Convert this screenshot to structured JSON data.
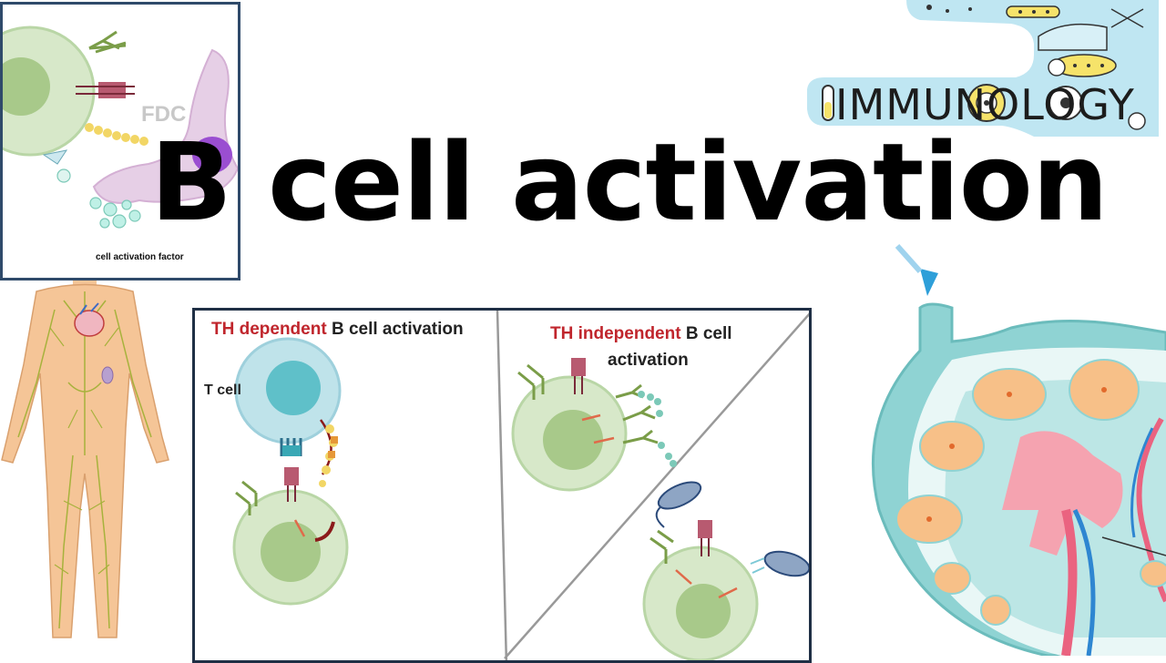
{
  "title": "B cell activation",
  "logo": {
    "text": "IMMUNOLOGY"
  },
  "inset": {
    "fdc_label": "FDC",
    "factor_label": "cell activation factor"
  },
  "panel": {
    "dependent": {
      "prefix": "TH dependent",
      "suffix": " B cell activation"
    },
    "independent": {
      "prefix": "TH independent",
      "suffix": " B cell",
      "line2": "activation"
    },
    "t_cell_label": "T cell"
  },
  "colors": {
    "accent_red": "#c0262d",
    "b_cell": "#d7e8c9",
    "t_cell": "#bfe3ea",
    "body": "#f5c597",
    "lymph": "#b0c24a",
    "node_teal": "#8fd3d3",
    "logo_bg": "#bfe6f2"
  }
}
